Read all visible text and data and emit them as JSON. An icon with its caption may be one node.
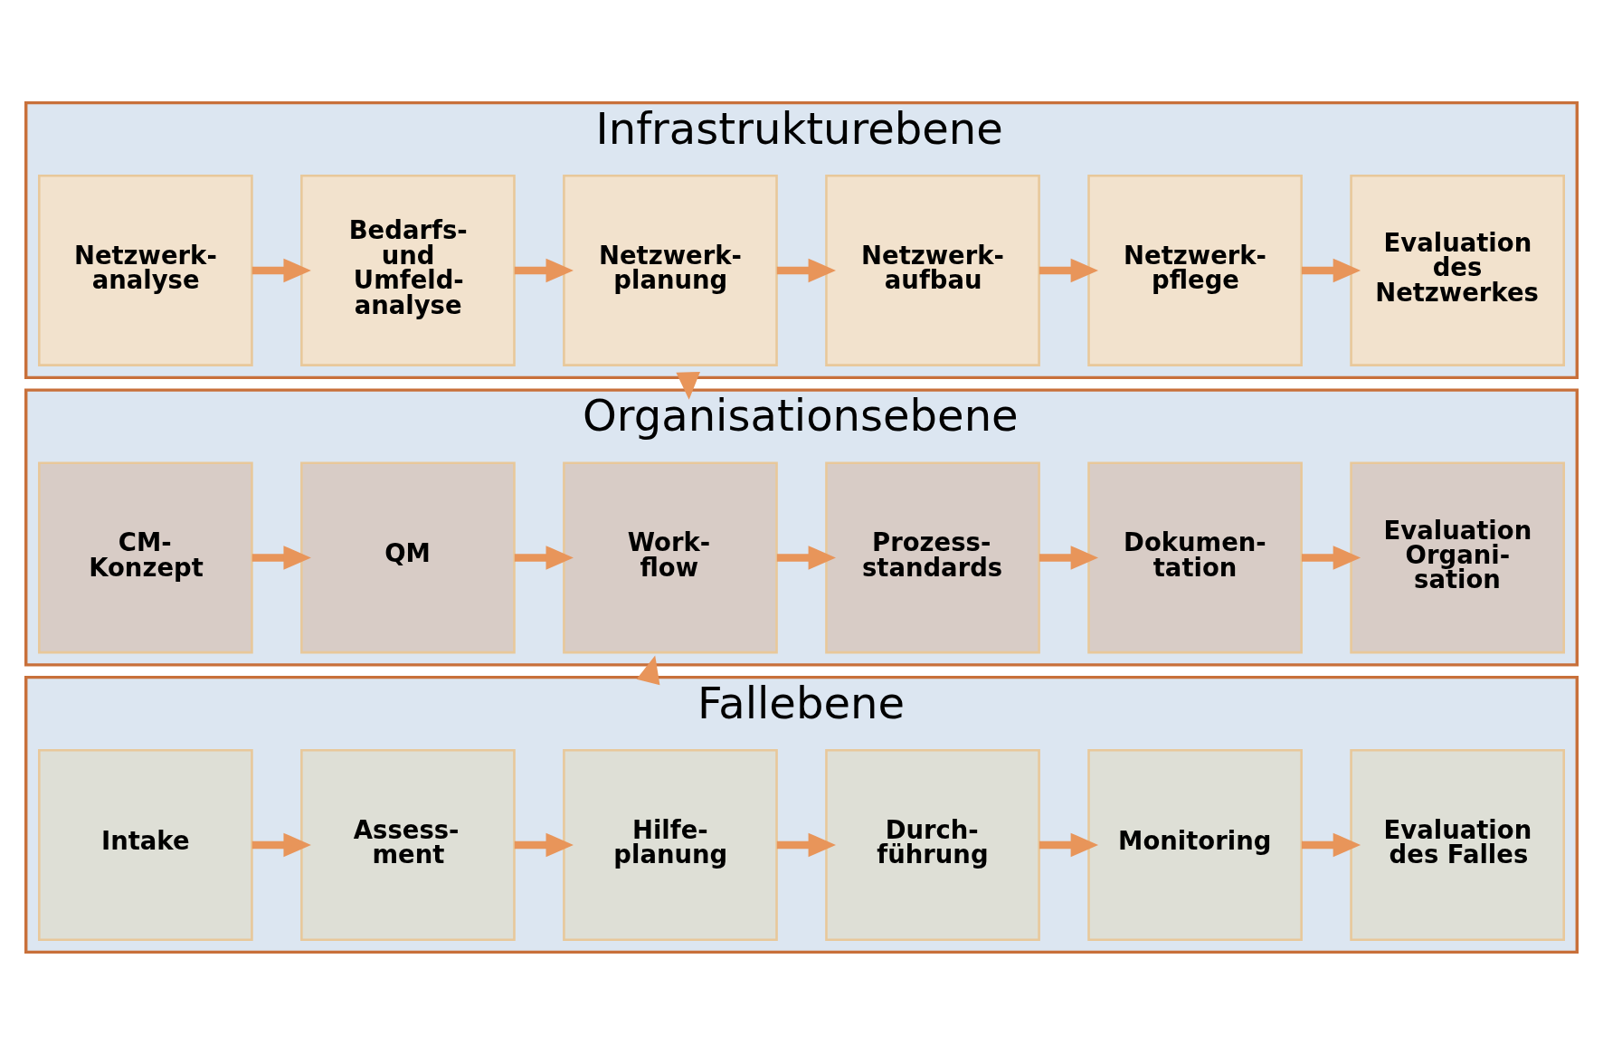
{
  "diagram": {
    "nodes": [
      {
        "text": [
          "Infrastrukturebene"
        ]
      },
      {
        "text": [
          "Netzwerk- analyse"
        ],
        "in": 0
      },
      {
        "text": [
          "Bedarfs- und Umfeld- analyse"
        ],
        "in": 0
      },
      {
        "text": [
          "Netzwerk- planung"
        ],
        "in": 0
      },
      {
        "text": [
          "Netzwerk- aufbau"
        ],
        "in": 0
      },
      {
        "text": [
          "Netzwerk- pflege"
        ],
        "in": 0
      },
      {
        "text": [
          "Evaluation des Netzwerkes"
        ],
        "in": 0
      },
      {
        "text": [
          "Organisationsebene"
        ]
      },
      {
        "text": [
          "CM- Konzept"
        ],
        "in": 7
      },
      {
        "text": [
          "QM"
        ],
        "in": 7
      },
      {
        "text": [
          "Work- flow"
        ],
        "in": 7
      },
      {
        "text": [
          "Prozess- standards"
        ],
        "in": 7
      },
      {
        "text": [
          "Dokumen- tation"
        ],
        "in": 7
      },
      {
        "text": [
          "Evaluation Organi- sation"
        ],
        "in": 7
      },
      {
        "text": [
          "Fallebene"
        ]
      },
      {
        "text": [
          "Intake"
        ],
        "in": 14
      },
      {
        "text": [
          "Assess- ment"
        ],
        "in": 14
      },
      {
        "text": [
          "Hilfe- planung"
        ],
        "in": 14
      },
      {
        "text": [
          "Durch- führung"
        ],
        "in": 14
      },
      {
        "text": [
          "Monitoring"
        ],
        "in": 14
      },
      {
        "text": [
          "Evaluation des Falles"
        ],
        "in": 14
      }
    ],
    "edges": [
      {
        "from": 1,
        "to": 2,
        "arrow": "to"
      },
      {
        "from": 2,
        "to": 3,
        "arrow": "to"
      },
      {
        "from": 3,
        "to": 4,
        "arrow": "to"
      },
      {
        "from": 4,
        "to": 5,
        "arrow": "to"
      },
      {
        "from": 5,
        "to": 6,
        "arrow": "to"
      },
      {
        "from": 0,
        "to": 7,
        "arrow": "to"
      },
      {
        "from": 8,
        "to": 9,
        "arrow": "to"
      },
      {
        "from": 9,
        "to": 10,
        "arrow": "to"
      },
      {
        "from": 10,
        "to": 11,
        "arrow": "to"
      },
      {
        "from": 11,
        "to": 12,
        "arrow": "to"
      },
      {
        "from": 12,
        "to": 13,
        "arrow": "to"
      },
      {
        "from": 14,
        "to": 7,
        "arrow": "to"
      },
      {
        "from": 15,
        "to": 16,
        "arrow": "to"
      },
      {
        "from": 16,
        "to": 17,
        "arrow": "to"
      },
      {
        "from": 17,
        "to": 18,
        "arrow": "to"
      },
      {
        "from": 18,
        "to": 19,
        "arrow": "to"
      },
      {
        "from": 19,
        "to": 20,
        "arrow": "to"
      }
    ]
  }
}
